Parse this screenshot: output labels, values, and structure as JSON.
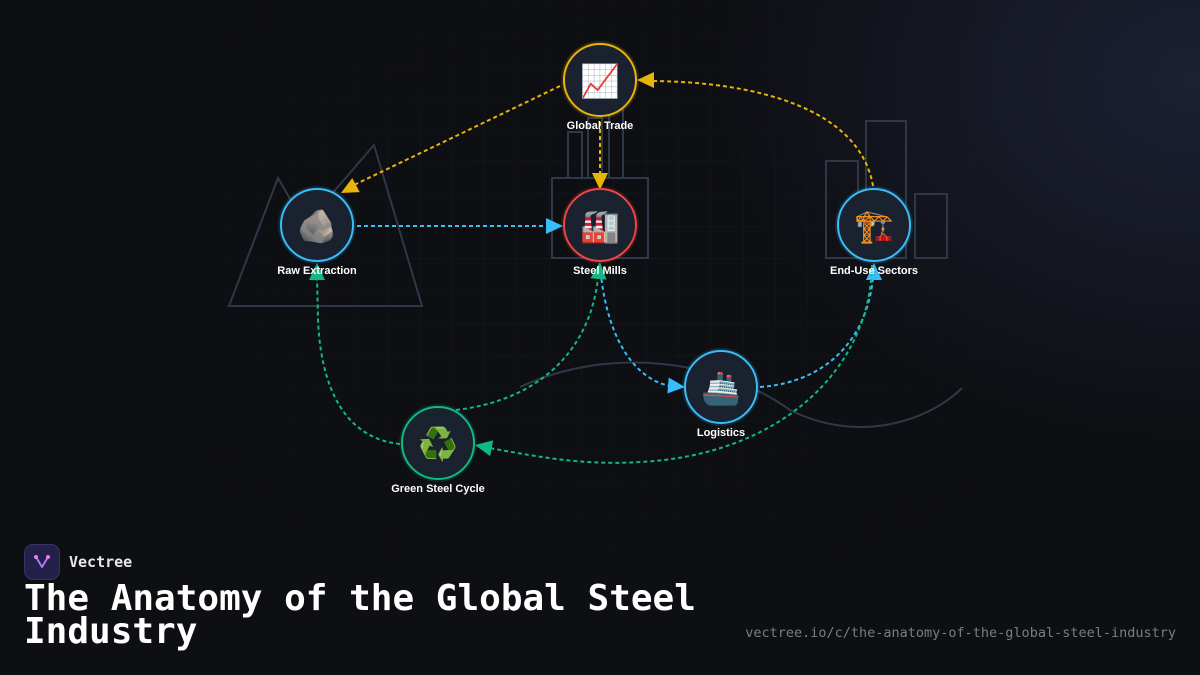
{
  "brand": {
    "name": "Vectree",
    "logo_icon": "branch-fork-icon"
  },
  "title": "The Anatomy of the Global Steel Industry",
  "url": "vectree.io/c/the-anatomy-of-the-global-steel-industry",
  "colors": {
    "background": "#0e0f13",
    "blue": "#38bdf8",
    "yellow": "#eab308",
    "green": "#10b981",
    "red": "#ef4444",
    "node_fill": "#1a2230",
    "decor": "#2e3846"
  },
  "nodes": [
    {
      "id": "global-trade",
      "label": "Global Trade",
      "emoji": "📈",
      "icon": "chart-increasing-icon",
      "ring": "#eab308"
    },
    {
      "id": "raw-extraction",
      "label": "Raw Extraction",
      "emoji": "🪨",
      "icon": "rock-icon",
      "ring": "#38bdf8"
    },
    {
      "id": "steel-mills",
      "label": "Steel Mills",
      "emoji": "🏭",
      "icon": "factory-icon",
      "ring": "#ef4444"
    },
    {
      "id": "end-use-sectors",
      "label": "End-Use Sectors",
      "emoji": "🏗️",
      "icon": "construction-crane-icon",
      "ring": "#38bdf8"
    },
    {
      "id": "logistics",
      "label": "Logistics",
      "emoji": "🚢",
      "icon": "ship-icon",
      "ring": "#38bdf8"
    },
    {
      "id": "green-steel-cycle",
      "label": "Green Steel Cycle",
      "emoji": "♻️",
      "icon": "recycle-icon",
      "ring": "#10b981"
    }
  ],
  "edges": [
    {
      "from": "raw-extraction",
      "to": "steel-mills",
      "color": "#38bdf8"
    },
    {
      "from": "steel-mills",
      "to": "logistics",
      "color": "#38bdf8"
    },
    {
      "from": "logistics",
      "to": "end-use-sectors",
      "color": "#38bdf8"
    },
    {
      "from": "end-use-sectors",
      "to": "global-trade",
      "color": "#eab308"
    },
    {
      "from": "global-trade",
      "to": "raw-extraction",
      "color": "#eab308"
    },
    {
      "from": "global-trade",
      "to": "steel-mills",
      "color": "#eab308"
    },
    {
      "from": "end-use-sectors",
      "to": "green-steel-cycle",
      "color": "#10b981"
    },
    {
      "from": "green-steel-cycle",
      "to": "raw-extraction",
      "color": "#10b981"
    },
    {
      "from": "green-steel-cycle",
      "to": "steel-mills",
      "color": "#10b981"
    }
  ]
}
